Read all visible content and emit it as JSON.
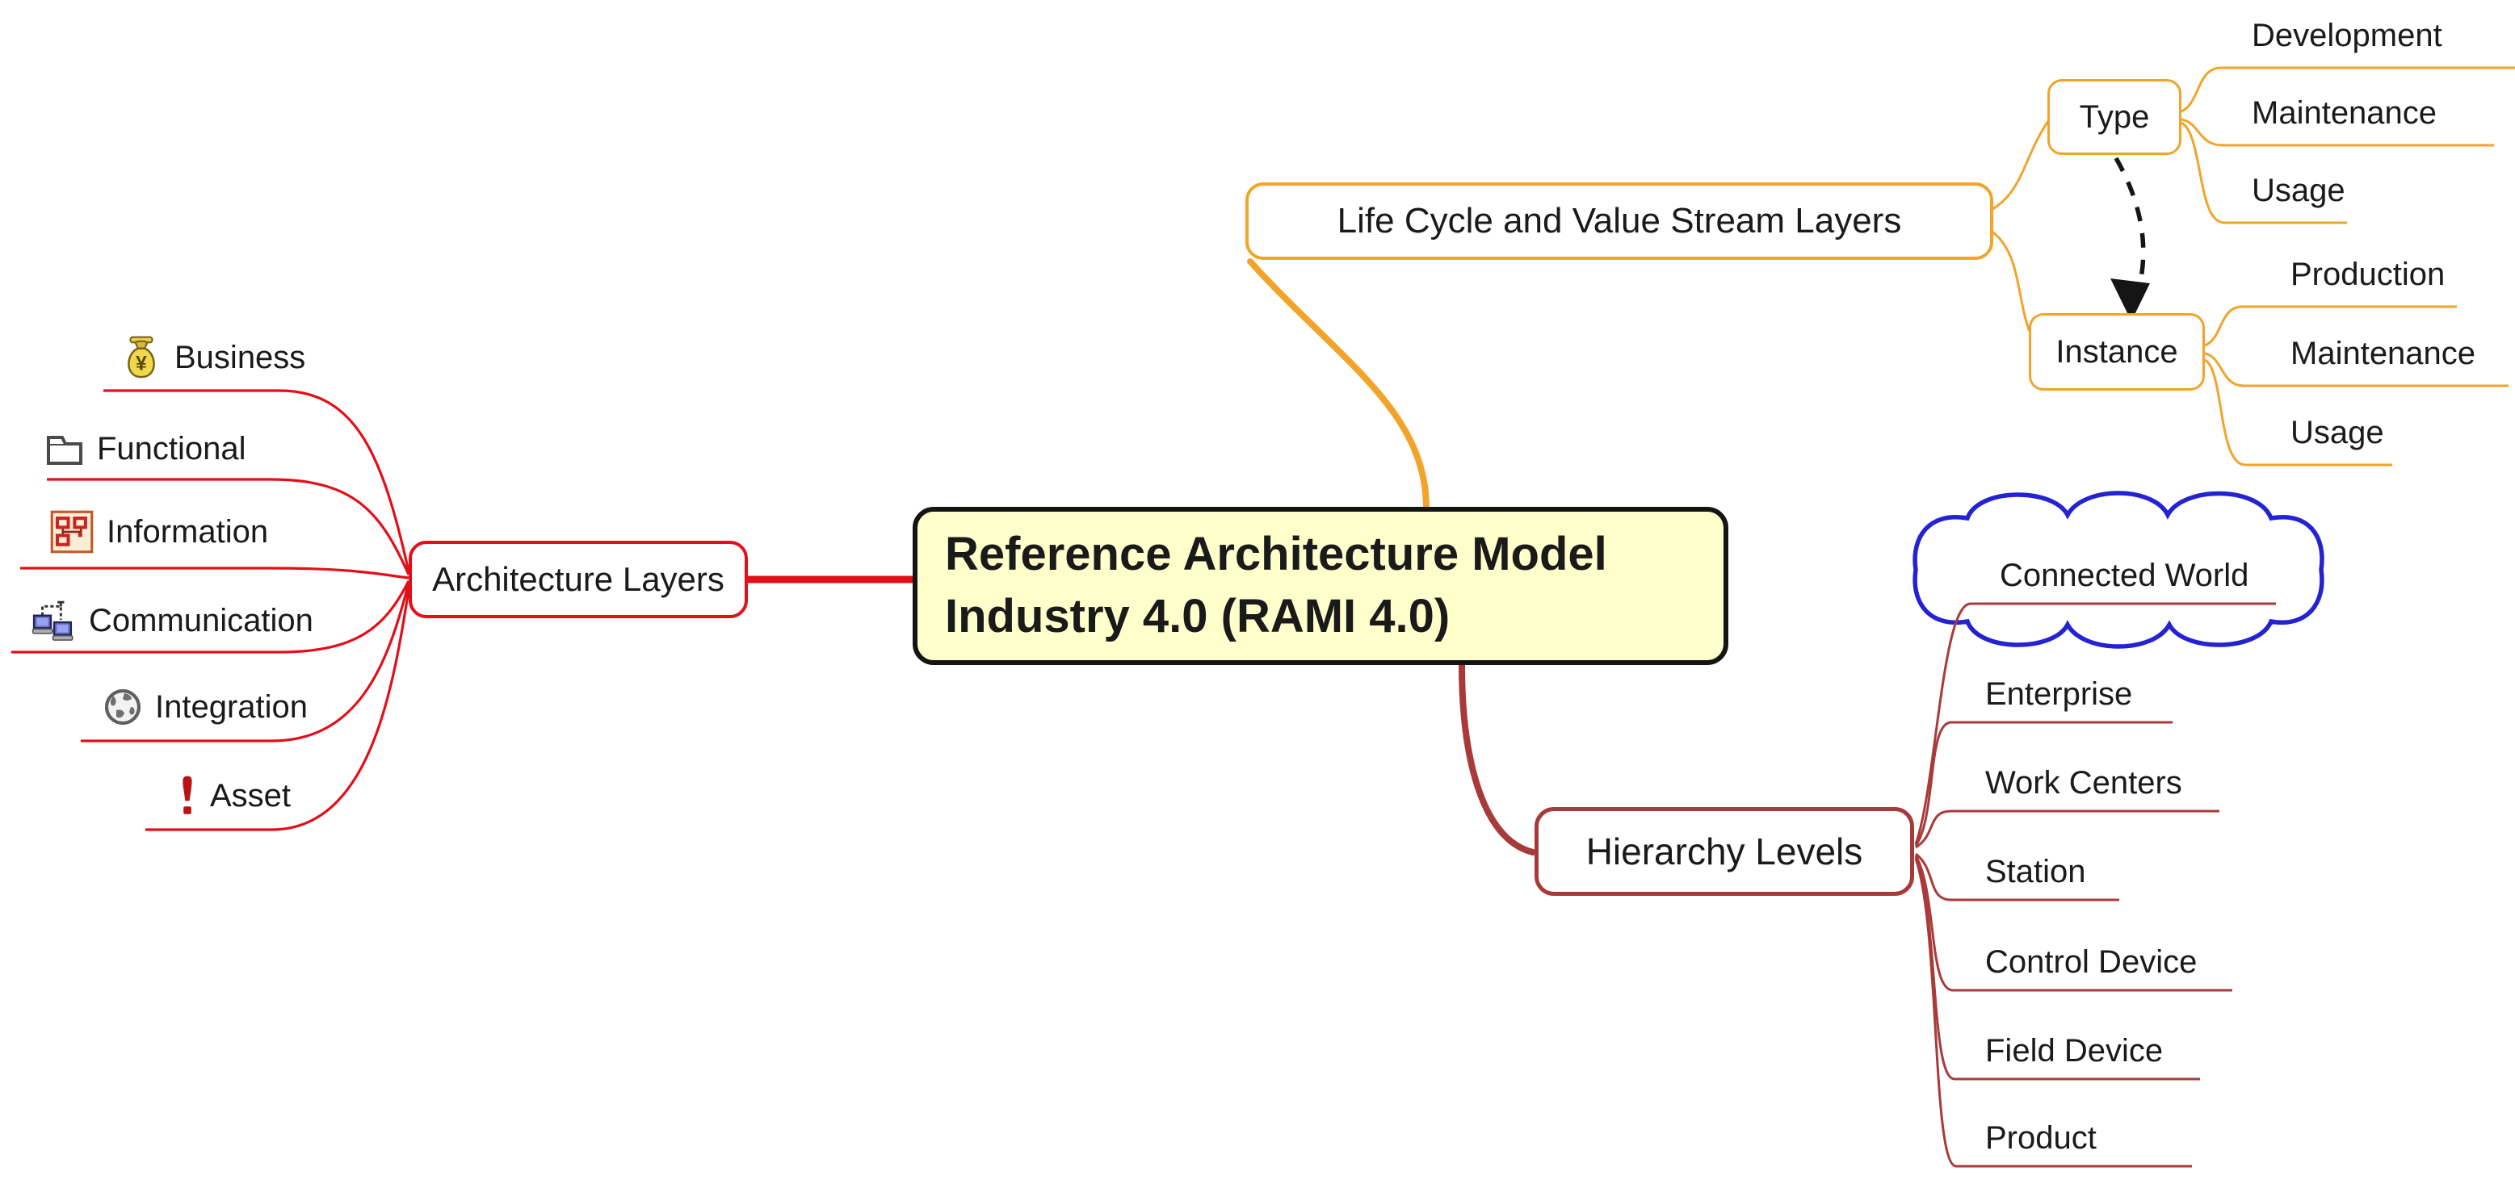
{
  "root": {
    "title": "Reference Architecture Model Industry 4.0 (RAMI 4.0)",
    "fill_color": "#ffffcc",
    "border_color": "#141414"
  },
  "architecture": {
    "label": "Architecture Layers",
    "color": "#e30e18",
    "children": [
      {
        "label": "Business",
        "icon": "money-bag-icon"
      },
      {
        "label": "Functional",
        "icon": "folder-icon"
      },
      {
        "label": "Information",
        "icon": "org-chart-icon"
      },
      {
        "label": "Communication",
        "icon": "computers-network-icon"
      },
      {
        "label": "Integration",
        "icon": "globe-icon"
      },
      {
        "label": "Asset",
        "icon": "exclamation-icon"
      }
    ]
  },
  "lifecycle": {
    "label": "Life Cycle and Value Stream Layers",
    "color": "#f2a42a",
    "type": {
      "label": "Type",
      "children": [
        "Development",
        "Maintenance",
        "Usage"
      ]
    },
    "instance": {
      "label": "Instance",
      "children": [
        "Production",
        "Maintenance",
        "Usage"
      ]
    },
    "arrow": {
      "from": "Type",
      "to": "Instance",
      "style": "dashed-black"
    }
  },
  "hierarchy": {
    "label": "Hierarchy Levels",
    "color": "#a83a3a",
    "cloud_child": "Connected World",
    "cloud_color": "#2323d2",
    "children": [
      "Enterprise",
      "Work Centers",
      "Station",
      "Control Device",
      "Field Device",
      "Product"
    ]
  }
}
